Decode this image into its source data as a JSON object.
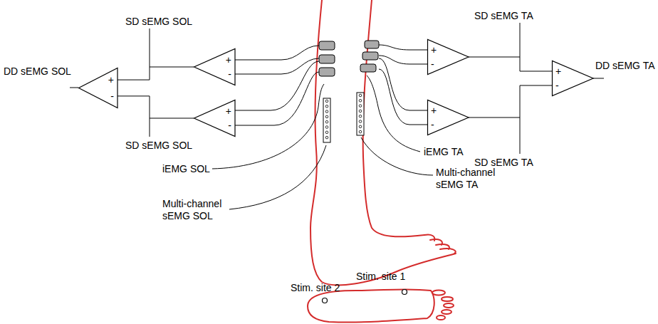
{
  "diagram": {
    "nodes": [
      {
        "text": [
          "+",
          "-"
        ]
      },
      {
        "text": [
          "+",
          "-"
        ]
      },
      {
        "text": [
          "+",
          "-"
        ]
      },
      {
        "text": [
          "+",
          "-"
        ]
      },
      {
        "text": [
          "+",
          "-"
        ]
      },
      {
        "text": [
          "+",
          "-"
        ]
      }
    ],
    "edges": [
      {
        "from": 1,
        "to": 0,
        "arrow": "none"
      },
      {
        "from": 2,
        "to": 0,
        "arrow": "none"
      },
      {
        "from": 3,
        "to": 5,
        "arrow": "none"
      },
      {
        "from": 4,
        "to": 5,
        "arrow": "none"
      }
    ],
    "labels": [
      "DD sEMG SOL",
      "SD sEMG SOL",
      "SD sEMG SOL",
      "SD sEMG TA",
      "DD sEMG TA",
      "SD sEMG TA",
      "iEMG SOL",
      "iEMG TA",
      "Multi-channel sEMG SOL",
      "Multi-channel sEMG TA",
      "Stim. site 1",
      "Stim. site 2"
    ]
  }
}
